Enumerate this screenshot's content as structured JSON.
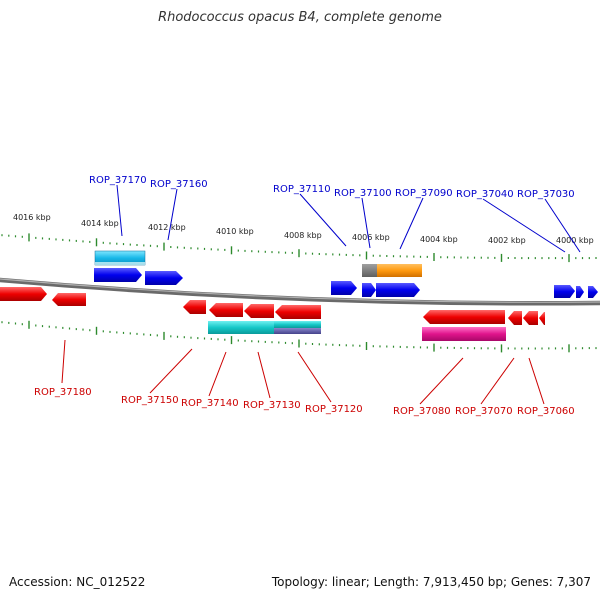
{
  "title": "Rhodococcus opacus B4, complete genome",
  "footer": {
    "accession": "Accession: NC_012522",
    "info": "Topology: linear; Length: 7,913,450 bp; Genes: 7,307"
  },
  "colors": {
    "top_label": "#0000cc",
    "bottom_label": "#cc0000",
    "tick": "#2d8a2d",
    "backbone": "#888888",
    "strand_plus": "#0000ee",
    "strand_minus": "#ee0000"
  },
  "scale_labels": [
    "4016 kbp",
    "4014 kbp",
    "4012 kbp",
    "4010 kbp",
    "4008 kbp",
    "4006 kbp",
    "4004 kbp",
    "4002 kbp",
    "4000 kbp"
  ],
  "top_genes": [
    "ROP_37170",
    "ROP_37160",
    "ROP_37110",
    "ROP_37100",
    "ROP_37090",
    "ROP_37040",
    "ROP_37030"
  ],
  "bottom_genes": [
    "ROP_37180",
    "ROP_37150",
    "ROP_37140",
    "ROP_37130",
    "ROP_37120",
    "ROP_37080",
    "ROP_37070",
    "ROP_37060"
  ]
}
